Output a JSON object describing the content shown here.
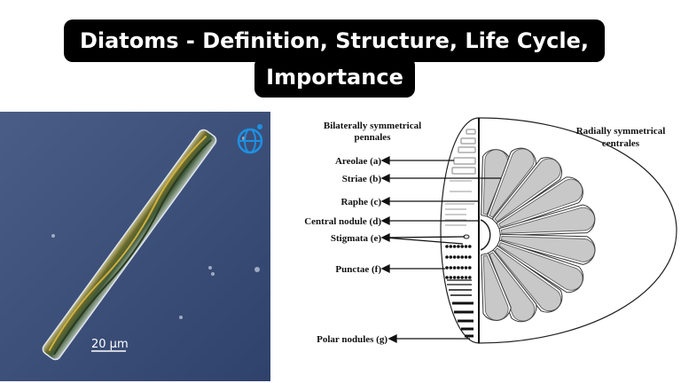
{
  "title": {
    "line1": "Diatoms - Definition, Structure, Life Cycle,",
    "line2": "Importance"
  },
  "photo": {
    "scale_bar": "20 µm",
    "logo_icon": "globe-icon",
    "background_color": "#3c4f78",
    "logo_color": "#1e90e0"
  },
  "diagram": {
    "left_heading": [
      "Bilaterally symmetrical",
      "pennales"
    ],
    "right_heading": [
      "Radially symmetrical",
      "centrales"
    ],
    "labels": [
      "Areolae (a)",
      "Striae (b)",
      "Raphe (c)",
      "Central nodule (d)",
      "Stigmata (e)",
      "Punctae (f)",
      "Polar nodules (g)"
    ]
  }
}
